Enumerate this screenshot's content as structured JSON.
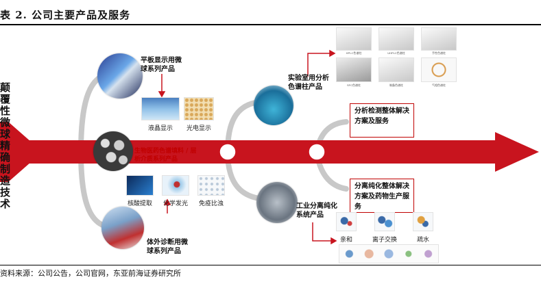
{
  "header": {
    "title": "表 2.  公司主要产品及服务"
  },
  "core": {
    "title": "颠覆性微球精确制造技术"
  },
  "branches": {
    "flat_panel": "平板显示用微球系列产品",
    "bio_pharma": "生物医药色谱填料 / 层析介质系列产品",
    "ivd": "体外诊断用微球系列产品",
    "lab_columns": "实验室用分析色谱柱产品",
    "industrial": "工业分离纯化系统产品"
  },
  "flat_panel_items": [
    "液晶显示",
    "光电显示"
  ],
  "ivd_items": [
    "核酸提取",
    "化学发光",
    "免疫比浊"
  ],
  "separation_items": [
    "亲和",
    "离子交换",
    "疏水"
  ],
  "services": {
    "analysis": "分析检测整体解决方案及服务",
    "purification": "分离纯化整体解决方案及药物生产服务"
  },
  "column_captions": [
    "HPLC色谱柱",
    "UHPLC色谱柱",
    "手性色谱柱",
    "SFC色谱柱",
    "制备色谱柱",
    "气相色谱柱"
  ],
  "footer": {
    "source": "资料来源：公司公告，公司官网，东亚前海证券研究所"
  },
  "colors": {
    "accent": "#c00000",
    "arrow": "#c8141e",
    "branch": "#c8c8c8"
  }
}
